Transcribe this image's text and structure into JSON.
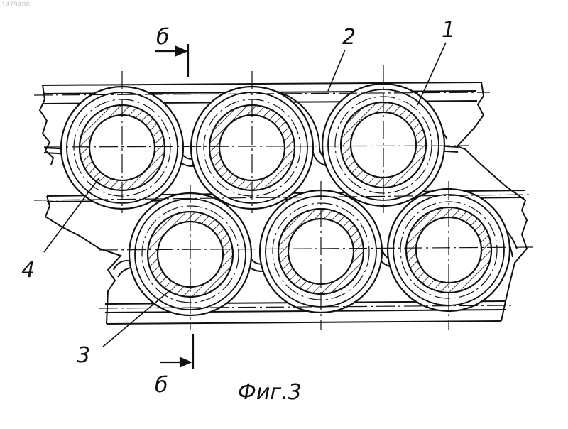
{
  "watermark": "1479488",
  "section_mark_top": "б",
  "section_mark_bottom": "б",
  "callouts": {
    "label_1": "1",
    "label_2": "2",
    "label_3": "3",
    "label_4": "4"
  },
  "caption": "Фиг.3",
  "colors": {
    "ink": "#111111",
    "background": "#ffffff"
  }
}
